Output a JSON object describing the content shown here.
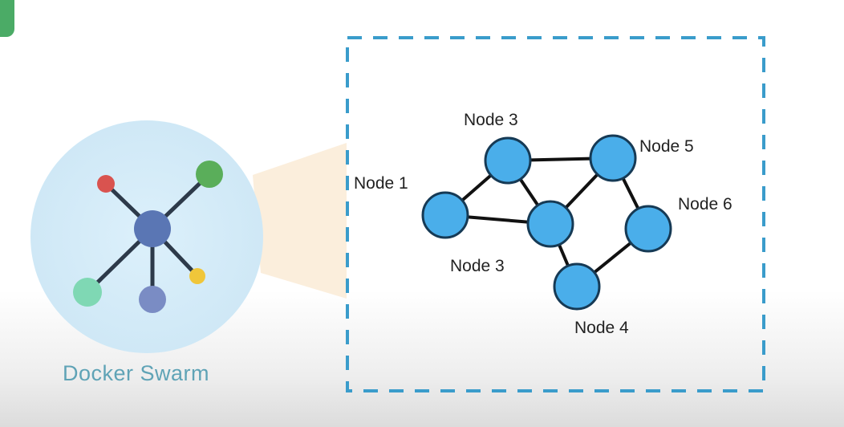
{
  "swarm": {
    "label": "Docker Swarm",
    "icon": "docker-swarm-network-icon",
    "colors": {
      "circle_bg": "#d6ecf8",
      "hub": "#5a76b4",
      "red": "#d9534f",
      "green": "#5aae5a",
      "teal": "#7fd8b4",
      "purple": "#7a8cc4",
      "yellow": "#f0c63a"
    }
  },
  "beam_color": "#fbecd8",
  "frame_color": "#3a9ccb",
  "network": {
    "node_color": "#4aaeea",
    "nodes": [
      {
        "id": "n1",
        "label": "Node 1"
      },
      {
        "id": "n3a",
        "label": "Node 3"
      },
      {
        "id": "n5",
        "label": "Node 5"
      },
      {
        "id": "n3b",
        "label": "Node 3"
      },
      {
        "id": "n6",
        "label": "Node 6"
      },
      {
        "id": "n4",
        "label": "Node 4"
      }
    ],
    "edges": [
      [
        "n1",
        "n3a"
      ],
      [
        "n1",
        "n3b"
      ],
      [
        "n3a",
        "n5"
      ],
      [
        "n3a",
        "n3b"
      ],
      [
        "n3b",
        "n5"
      ],
      [
        "n5",
        "n6"
      ],
      [
        "n3b",
        "n4"
      ],
      [
        "n6",
        "n4"
      ]
    ]
  }
}
